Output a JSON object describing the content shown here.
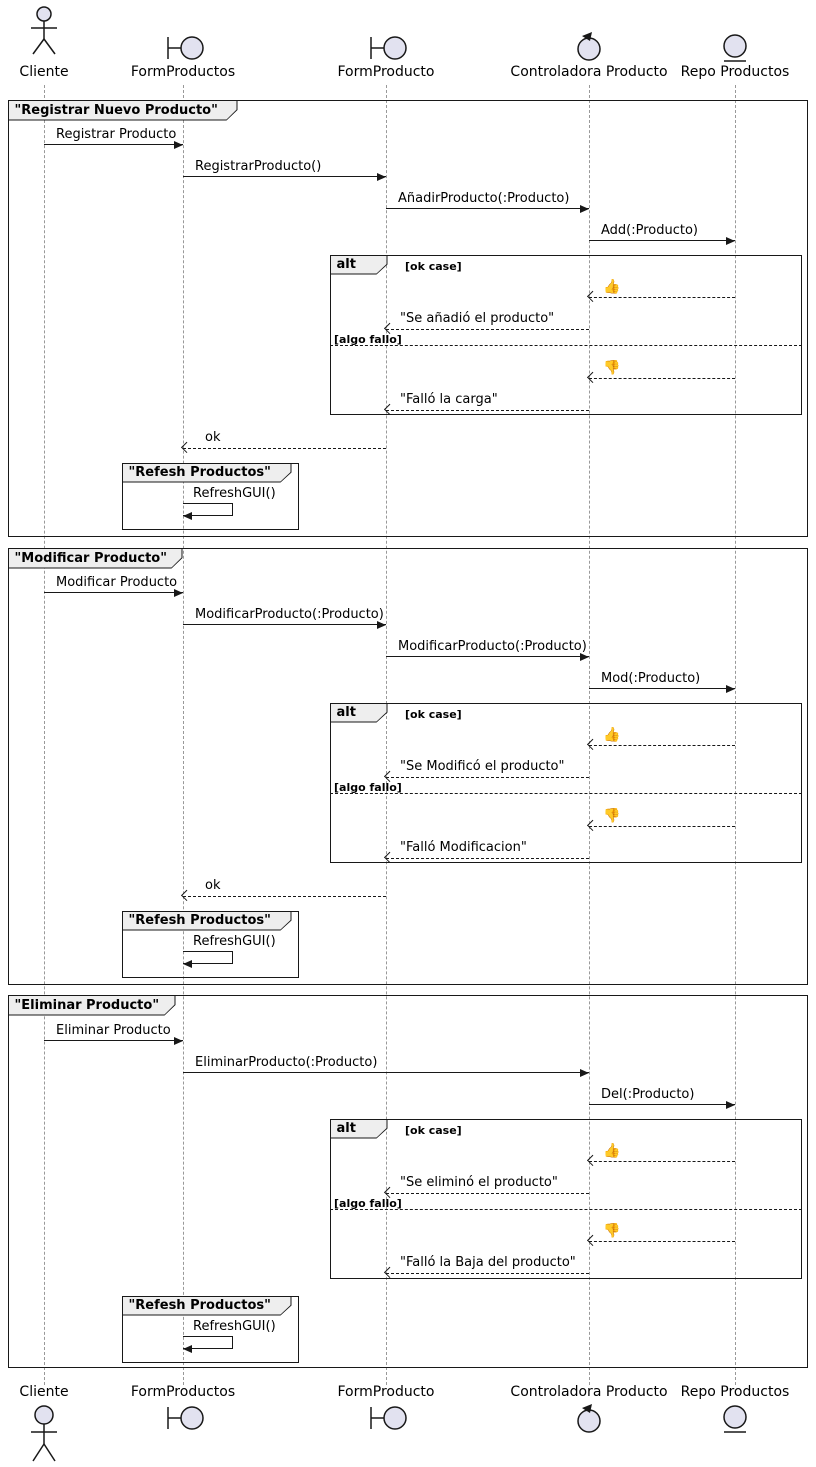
{
  "participants": {
    "cliente": "Cliente",
    "formproductos": "FormProductos",
    "formproducto": "FormProducto",
    "controladora": "Controladora Producto",
    "repo": "Repo Productos"
  },
  "common": {
    "alt_label": "alt",
    "guard_ok": "[ok case]",
    "guard_fail": "[algo fallo]",
    "thumbs_up": "👍",
    "thumbs_down": "👎",
    "ok_label": "ok",
    "refresh_title": "\"Refesh Productos\"",
    "refresh_msg": "RefreshGUI()"
  },
  "frames": {
    "registrar": {
      "title": "\"Registrar Nuevo Producto\"",
      "m1": "Registrar Producto",
      "m2": "RegistrarProducto()",
      "m3": "AñadirProducto(:Producto)",
      "m4": "Add(:Producto)",
      "ret_ok": "\"Se añadió el producto\"",
      "ret_fail": "\"Falló la carga\""
    },
    "modificar": {
      "title": "\"Modificar Producto\"",
      "m1": "Modificar Producto",
      "m2": "ModificarProducto(:Producto)",
      "m3": "ModificarProducto(:Producto)",
      "m4": "Mod(:Producto)",
      "ret_ok": "\"Se Modificó el producto\"",
      "ret_fail": "\"Falló Modificacion\""
    },
    "eliminar": {
      "title": "\"Eliminar Producto\"",
      "m1": "Eliminar Producto",
      "m2": "EliminarProducto(:Producto)",
      "m3": "Del(:Producto)",
      "ret_ok": "\"Se eliminó el producto\"",
      "ret_fail": "\"Falló la Baja del producto\""
    }
  },
  "colors": {
    "participant_fill": "#E2E2F0",
    "line_color": "#181818",
    "lifeline_color": "#999999",
    "frame_tab_bg": "#EEEEEE"
  }
}
